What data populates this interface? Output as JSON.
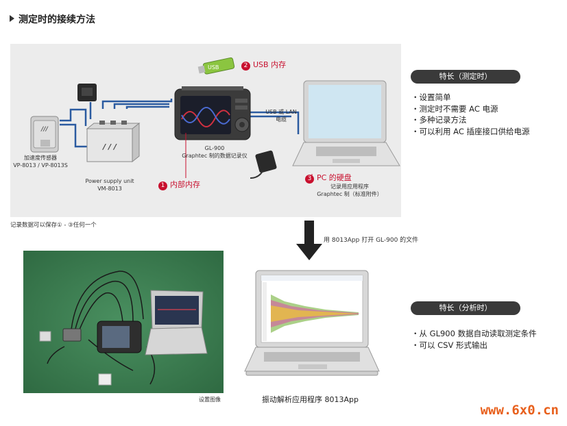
{
  "header": {
    "title": "测定时的接续方法"
  },
  "diagram": {
    "usb_stick_text": "USB",
    "usb_memory_label": "USB 内存",
    "internal_memory_label": "内部内存",
    "pc_disk_label": "PC 的硬盘",
    "marker_1": "1",
    "marker_2": "2",
    "marker_3": "3",
    "cable_label_line1": "USB 或 LAN",
    "cable_label_line2": "电缆",
    "gl900_line1": "GL-900",
    "gl900_line2": "Graphtec 制的数据记录仪",
    "sensor_line1": "加速度传感器",
    "sensor_line2": "VP-8013 / VP-8013S",
    "power_line1": "Power supply unit",
    "power_line2": "VM-8013",
    "pc_line1": "记录用应用程序",
    "pc_line2": "Graphtec 制（标准附件）",
    "save_note": "记录数据可以保存① - ③任何一个"
  },
  "arrow_label": "用 8013App 打开 GL-900 的文件",
  "features_measure": {
    "title": "特长（测定时）",
    "items": [
      "・设置简单",
      "・测定时不需要 AC 电源",
      "・多种记录方法",
      "・可以利用 AC 插座接口供给电源"
    ]
  },
  "features_analysis": {
    "title": "特长（分析时）",
    "items": [
      "・从 GL900 数据自动读取测定条件",
      "・可以 CSV 形式输出"
    ]
  },
  "photo_caption": "设置图像",
  "app_caption": "振动解析应用程序 8013App",
  "watermark": "www.6x0.cn",
  "colors": {
    "accent_red": "#c8102e",
    "cable_blue": "#2a5aa0",
    "pill_dark": "#3a3a3a",
    "watermark_orange": "#e8601c"
  }
}
